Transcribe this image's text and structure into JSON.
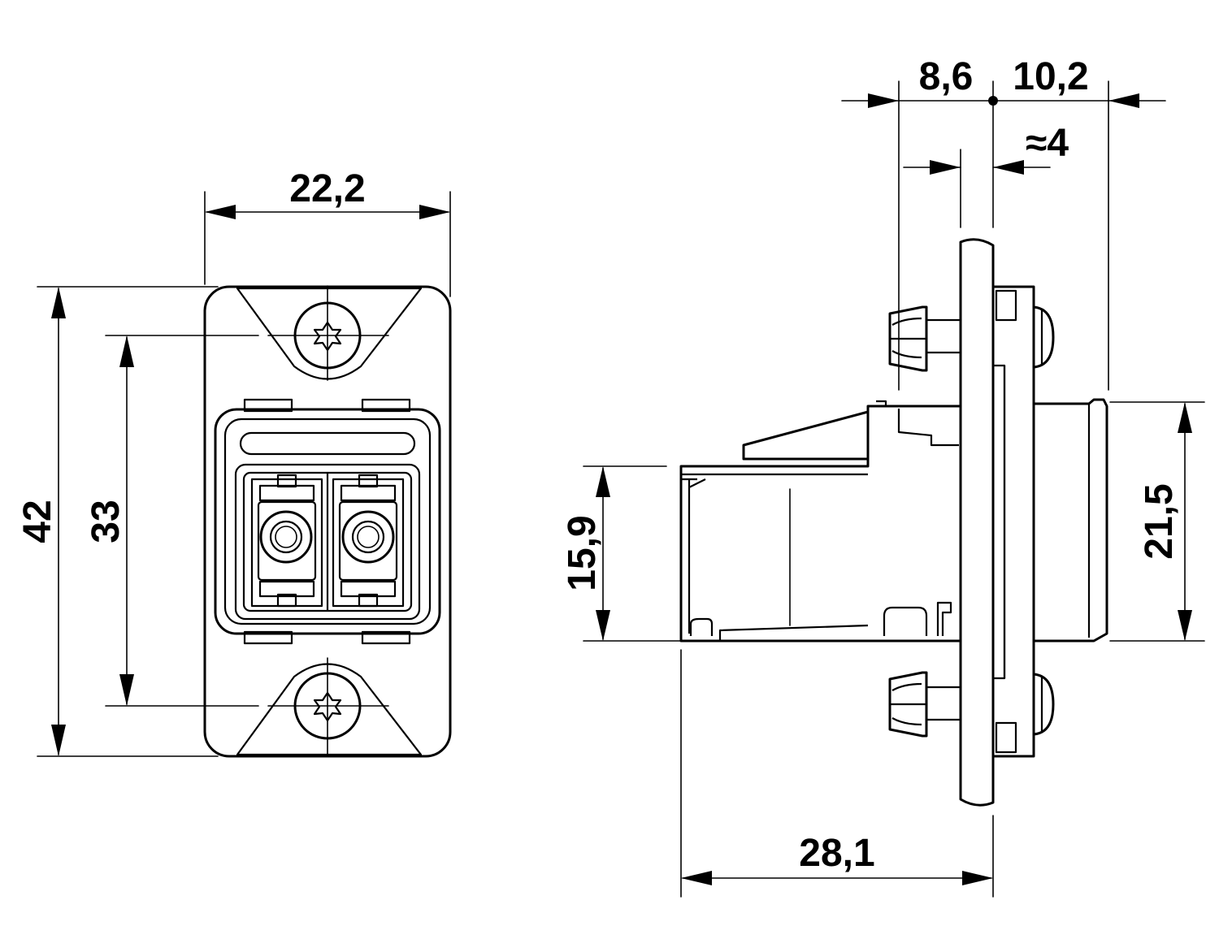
{
  "drawing": {
    "line_color": "#000000",
    "background": "#ffffff"
  },
  "dimensions": {
    "front_width": "22,2",
    "front_height_total": "42",
    "front_screw_pitch": "33",
    "side_behind_panel": "8,6",
    "side_front_of_panel": "10,2",
    "side_panel_gap": "≈4",
    "side_rear_height": "15,9",
    "side_front_height": "21,5",
    "side_depth": "28,1"
  }
}
